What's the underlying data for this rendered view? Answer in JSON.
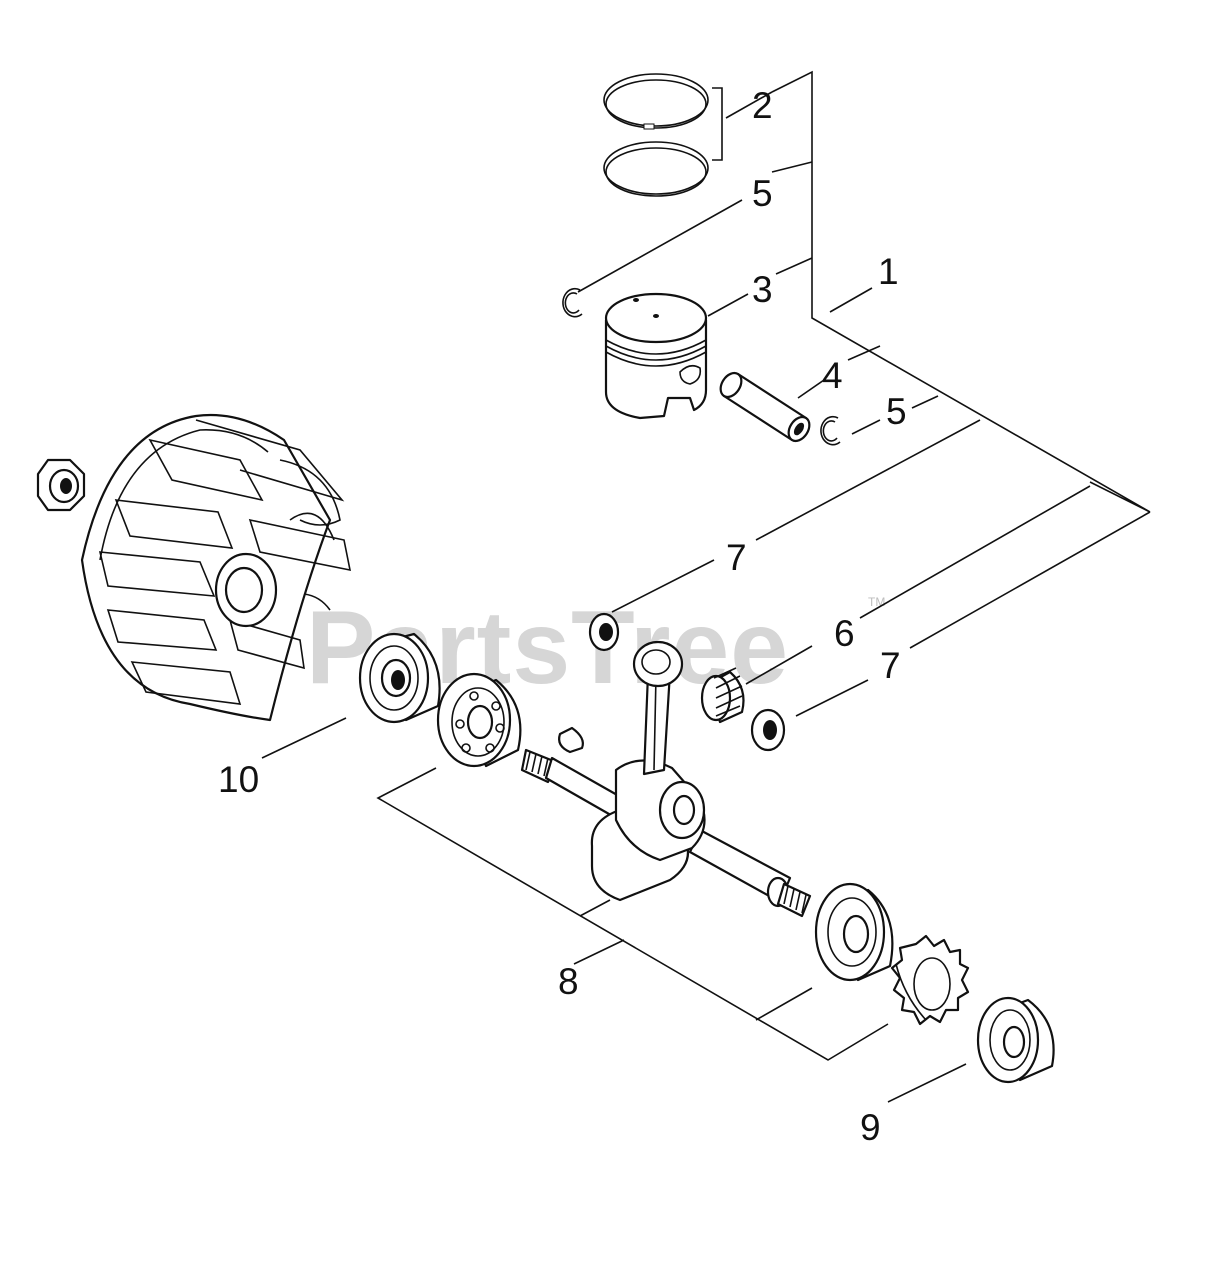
{
  "watermark": {
    "text": "PartsTree",
    "trademark": "TM"
  },
  "callouts": [
    {
      "id": "callout-1",
      "text": "1"
    },
    {
      "id": "callout-2",
      "text": "2"
    },
    {
      "id": "callout-3",
      "text": "3"
    },
    {
      "id": "callout-4",
      "text": "4"
    },
    {
      "id": "callout-5-top",
      "text": "5"
    },
    {
      "id": "callout-5-right",
      "text": "5"
    },
    {
      "id": "callout-6",
      "text": "6"
    },
    {
      "id": "callout-7-upper",
      "text": "7"
    },
    {
      "id": "callout-7-lower",
      "text": "7"
    },
    {
      "id": "callout-8",
      "text": "8"
    },
    {
      "id": "callout-9",
      "text": "9"
    },
    {
      "id": "callout-10",
      "text": "10"
    }
  ]
}
